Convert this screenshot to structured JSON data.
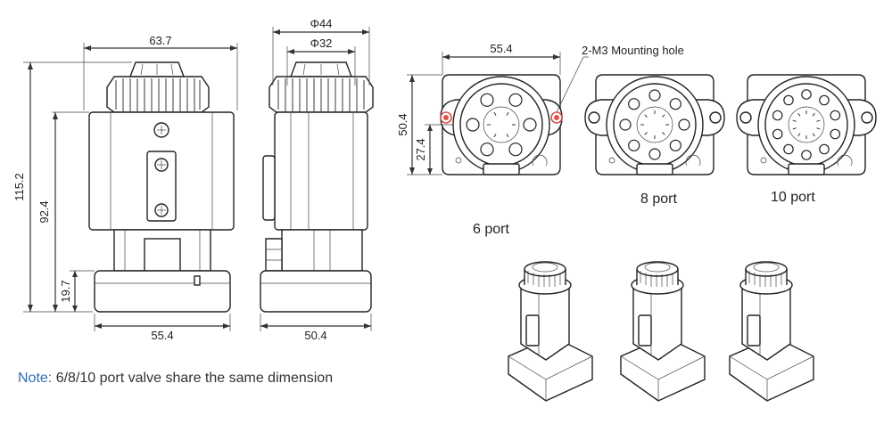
{
  "dimensions": {
    "front_top_width": "63.7",
    "front_total_height": "115.2",
    "front_body_height": "92.4",
    "front_base_height": "19.7",
    "front_base_width": "55.4",
    "side_outer_diameter": "Φ44",
    "side_inner_diameter": "Φ32",
    "side_base_width": "50.4",
    "top_width": "55.4",
    "top_height": "50.4",
    "top_center_height": "27.4"
  },
  "callout": "2-M3 Mounting hole",
  "port_labels": {
    "six": "6 port",
    "eight": "8 port",
    "ten": "10 port"
  },
  "port_counts": [
    6,
    8,
    10
  ],
  "note": {
    "key": "Note:",
    "text": " 6/8/10 port valve share the same dimension"
  },
  "colors": {
    "note_key": "#2f6fb5",
    "mounting_hole": "#d9534f",
    "line": "#222222"
  }
}
